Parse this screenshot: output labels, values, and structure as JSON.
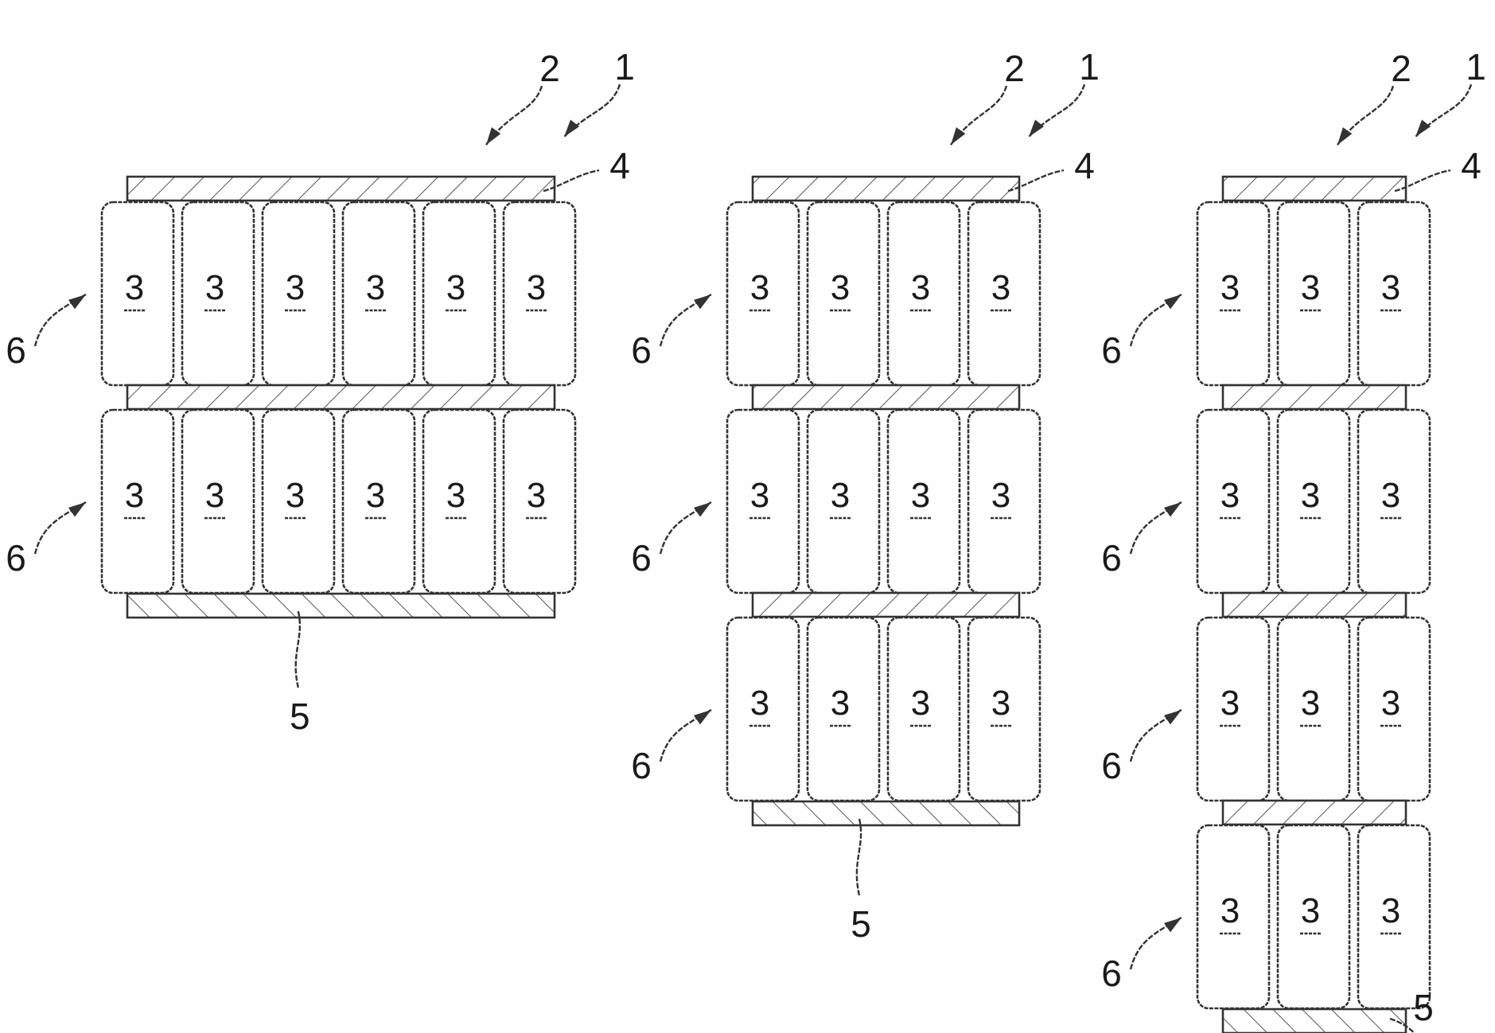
{
  "cell_label": "3",
  "reference_numerals": {
    "device": "1",
    "pack": "2",
    "top_plate": "4",
    "bottom_plate": "5",
    "row": "6"
  },
  "figures": [
    {
      "id": "left",
      "columns": 6,
      "rows": 2,
      "bottom_label_shown": true
    },
    {
      "id": "middle",
      "columns": 4,
      "rows": 3,
      "bottom_label_shown": true
    },
    {
      "id": "right",
      "columns": 3,
      "rows": 4,
      "bottom_label_shown": true
    }
  ]
}
